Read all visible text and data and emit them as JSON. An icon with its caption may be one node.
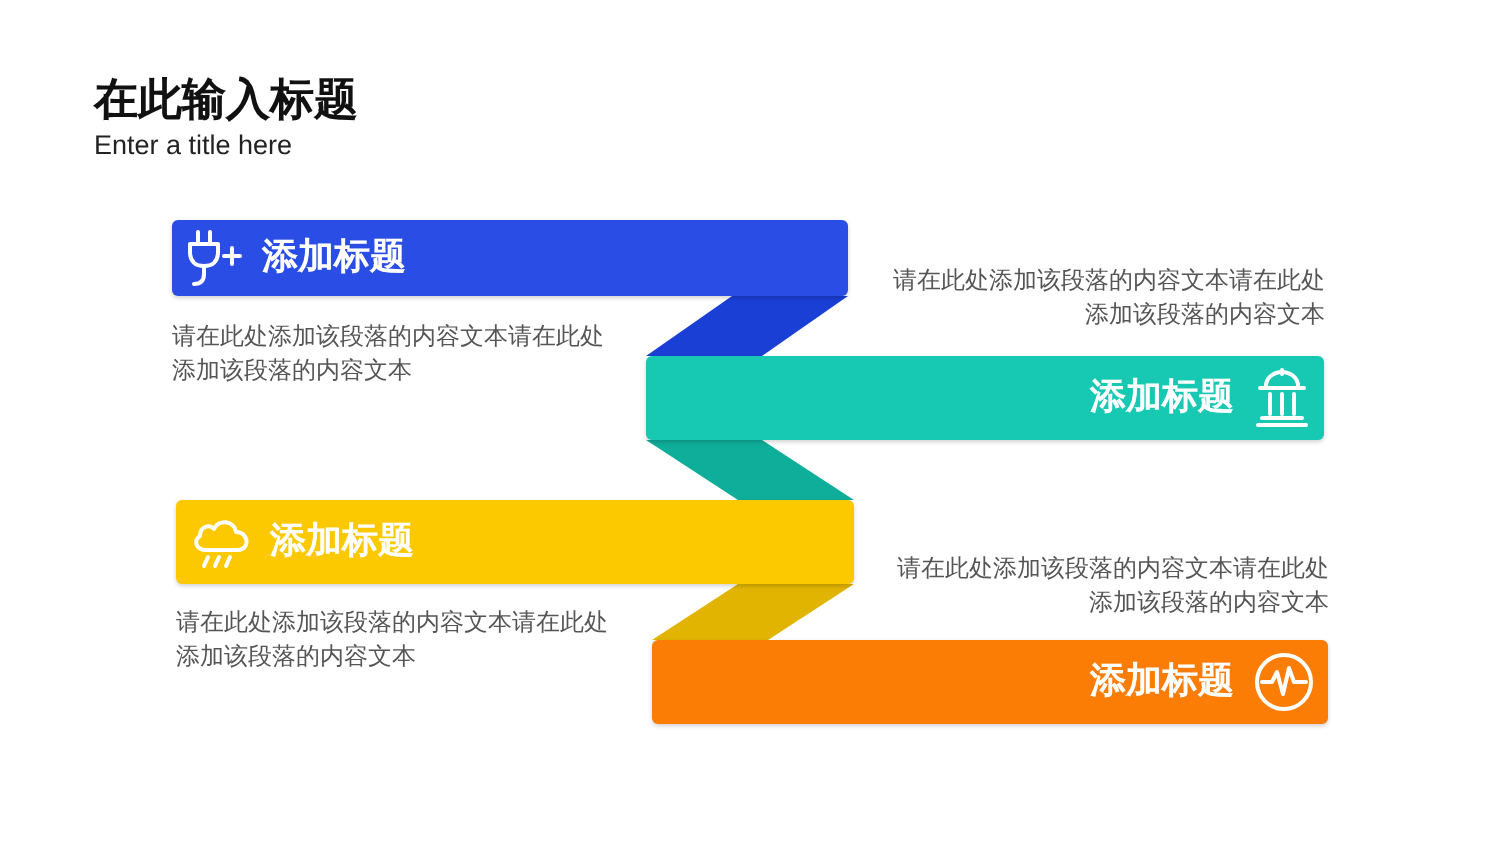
{
  "diagram": {
    "title": "在此输入标题",
    "nodes": [
      {
        "text": [
          "添加标题"
        ],
        "beside": [
          "请在此处添加该段落的内容文本请在此处添加该段落的内容文本"
        ]
      },
      {
        "text": [
          "添加标题"
        ],
        "beside": [
          "请在此处添加该段落的内容文本请在此处添加该段落的内容文本"
        ]
      },
      {
        "text": [
          "添加标题"
        ],
        "beside": [
          "请在此处添加该段落的内容文本请在此处添加该段落的内容文本"
        ]
      },
      {
        "text": [
          "添加标题"
        ],
        "beside": [
          "请在此处添加该段落的内容文本请在此处添加该段落的内容文本"
        ]
      }
    ],
    "edges": [
      {
        "from": 0,
        "to": 1,
        "arrow": "none",
        "style": "thick",
        "color": "#1a3fd4"
      },
      {
        "from": 1,
        "to": 2,
        "arrow": "none",
        "style": "thick",
        "color": "#0fae9a"
      },
      {
        "from": 2,
        "to": 3,
        "arrow": "none",
        "style": "thick",
        "color": "#e0b400"
      }
    ],
    "labels": [
      "Enter a title here"
    ]
  }
}
